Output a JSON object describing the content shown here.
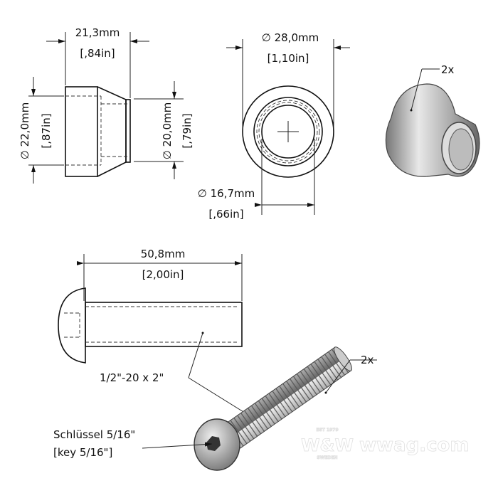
{
  "spacer_side": {
    "length_mm": "21,3mm",
    "length_in": "[,84in]",
    "outer_dia_mm": "∅ 22,0mm",
    "outer_dia_in": "[,87in]",
    "collar_dia_mm": "∅ 20,0mm",
    "collar_dia_in": "[,79in]"
  },
  "spacer_front": {
    "outer_dia_mm": "∅ 28,0mm",
    "outer_dia_in": "[1,10in]",
    "inner_dia_mm": "∅ 16,7mm",
    "inner_dia_in": "[,66in]"
  },
  "spacer_3d": {
    "quantity": "2x"
  },
  "bolt": {
    "length_mm": "50,8mm",
    "length_in": "[2,00in]",
    "spec": "1/2\"-20 x 2\"",
    "quantity": "2x",
    "key_de": "Schlüssel 5/16\"",
    "key_en": "[key 5/16\"]"
  },
  "watermark": {
    "brand": "W&W",
    "site": "wwag.com",
    "est": "EST 1979",
    "country": "SWEDEN"
  }
}
